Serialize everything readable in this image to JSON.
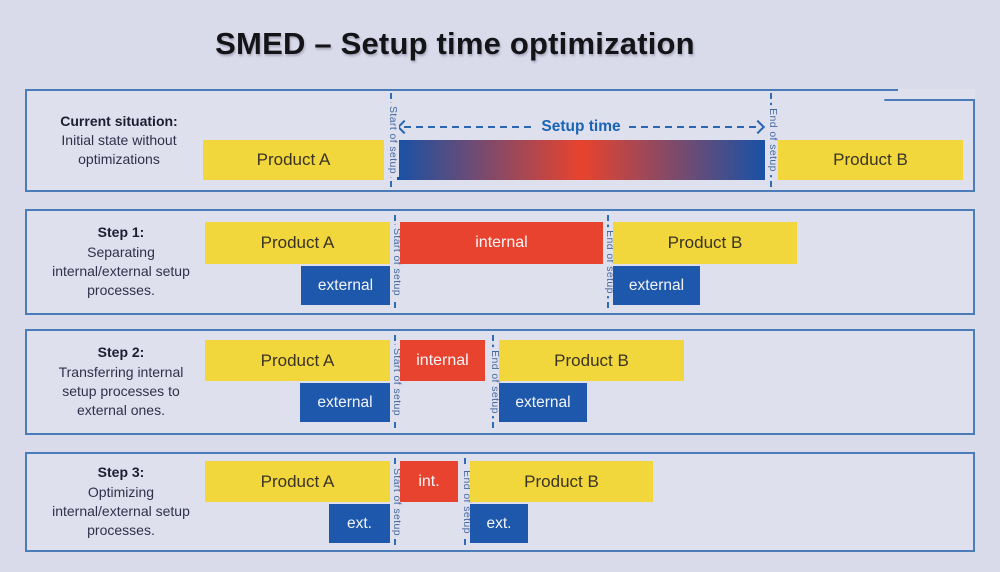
{
  "title": "SMED – Setup time optimization",
  "colors": {
    "background": "#d9daea",
    "panel_background": "#dfe0ee",
    "panel_border": "#4b7cba",
    "product_yellow": "#f1d63c",
    "internal_red": "#e8432e",
    "external_blue": "#1d58ac",
    "dashed_line_blue": "#2f6cb5",
    "setup_time_text_blue": "#1a64b4"
  },
  "panels": [
    {
      "heading": "Current situation:",
      "description_lines": [
        "Initial state without",
        "optimizations"
      ],
      "product_a": "Product A",
      "product_b": "Product B",
      "setup_time_label": "Setup time",
      "start_label": "Start of setup",
      "end_label": "End of setup"
    },
    {
      "heading": "Step 1:",
      "description_lines": [
        "Separating",
        "internal/external setup",
        "processes."
      ],
      "product_a": "Product A",
      "product_b": "Product B",
      "internal": "internal",
      "external_a": "external",
      "external_b": "external",
      "start_label": "Start of setup",
      "end_label": "End of setup"
    },
    {
      "heading": "Step 2:",
      "description_lines": [
        "Transferring internal",
        "setup processes to",
        "external ones."
      ],
      "product_a": "Product A",
      "product_b": "Product B",
      "internal": "internal",
      "external_a": "external",
      "external_b": "external",
      "start_label": "Start of setup",
      "end_label": "End of setup"
    },
    {
      "heading": "Step 3:",
      "description_lines": [
        "Optimizing",
        "internal/external setup",
        "processes."
      ],
      "product_a": "Product A",
      "product_b": "Product B",
      "internal": "int.",
      "external_a": "ext.",
      "external_b": "ext.",
      "start_label": "Start of setup",
      "end_label": "End of setup"
    }
  ]
}
